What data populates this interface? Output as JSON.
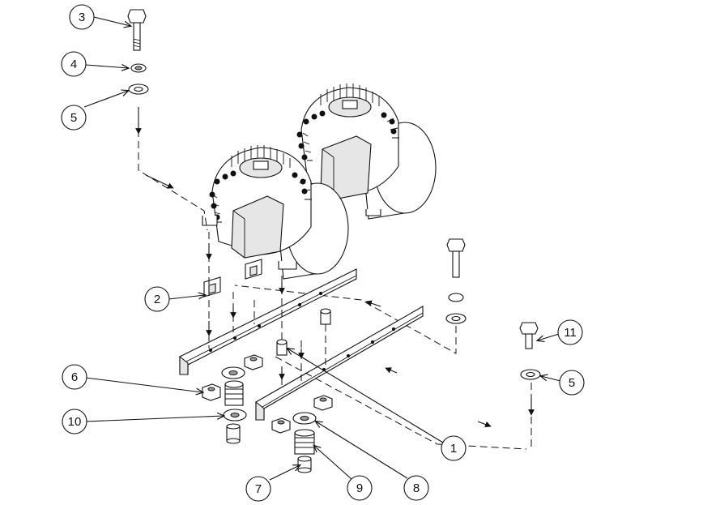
{
  "diagram": {
    "callouts": [
      {
        "id": "c3",
        "label": "3"
      },
      {
        "id": "c4",
        "label": "4"
      },
      {
        "id": "c5a",
        "label": "5"
      },
      {
        "id": "c2",
        "label": "2"
      },
      {
        "id": "c6",
        "label": "6"
      },
      {
        "id": "c10",
        "label": "10"
      },
      {
        "id": "c7",
        "label": "7"
      },
      {
        "id": "c9",
        "label": "9"
      },
      {
        "id": "c8",
        "label": "8"
      },
      {
        "id": "c1",
        "label": "1"
      },
      {
        "id": "c11",
        "label": "11"
      },
      {
        "id": "c5b",
        "label": "5"
      }
    ]
  }
}
